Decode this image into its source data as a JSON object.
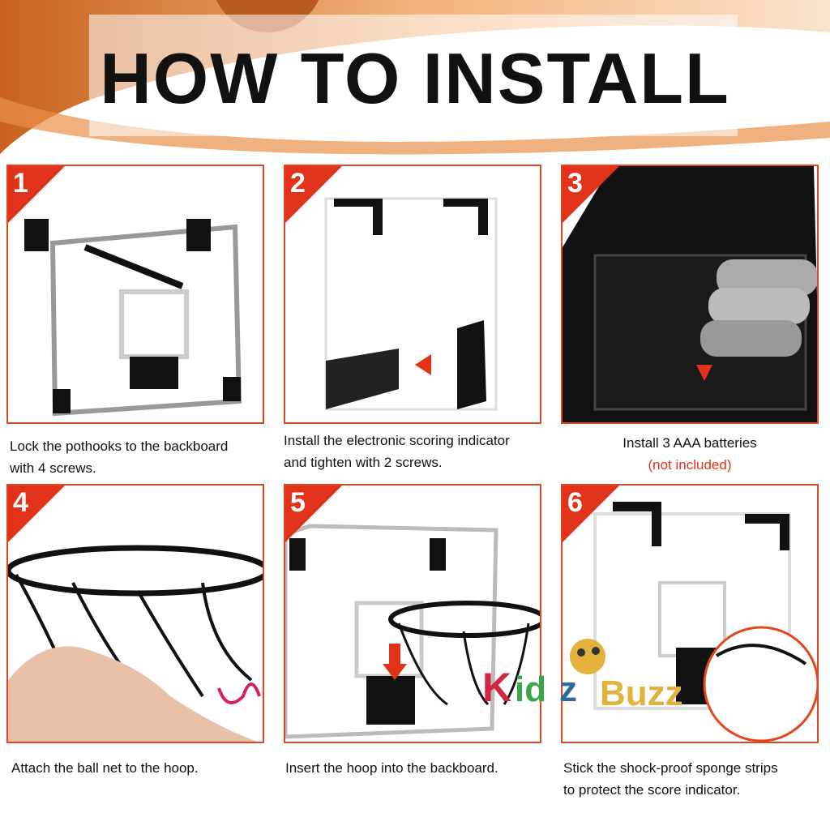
{
  "header": {
    "title": "HOW TO INSTALL"
  },
  "steps": [
    {
      "number": "1",
      "caption_line1": "Lock the pothooks to the backboard",
      "caption_line2": "with 4 screws."
    },
    {
      "number": "2",
      "caption_line1": "Install the electronic scoring indicator",
      "caption_line2": "and tighten with 2 screws."
    },
    {
      "number": "3",
      "caption_line1": "Install 3 AAA batteries",
      "caption_line2": "(not included)"
    },
    {
      "number": "4",
      "caption_line1": "Attach the ball net to the hoop.",
      "caption_line2": ""
    },
    {
      "number": "5",
      "caption_line1": "Insert the hoop into the backboard.",
      "caption_line2": ""
    },
    {
      "number": "6",
      "caption_line1": "Stick the shock-proof sponge strips",
      "caption_line2": "to protect the score indicator."
    }
  ],
  "watermark": {
    "text": "Kidz Buzz"
  },
  "colors": {
    "accent": "#e2461c",
    "badge": "#e2321a",
    "note": "#e2321a"
  }
}
